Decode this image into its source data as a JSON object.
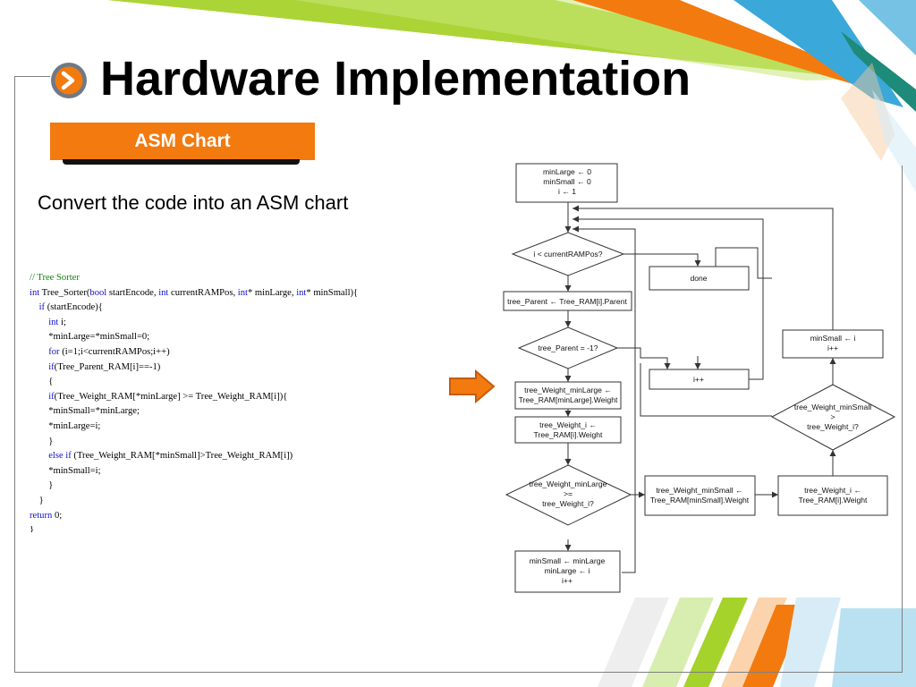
{
  "slide": {
    "title": "Hardware Implementation",
    "section_label": "ASM Chart",
    "subtitle": "Convert the code into an ASM chart"
  },
  "code": {
    "lines": [
      {
        "indent": 0,
        "tokens": [
          [
            "cm",
            "// Tree Sorter"
          ]
        ]
      },
      {
        "indent": 0,
        "tokens": [
          [
            "kw",
            "int"
          ],
          [
            "",
            " Tree_Sorter("
          ],
          [
            "kw",
            "bool"
          ],
          [
            "",
            " startEncode, "
          ],
          [
            "kw",
            "int"
          ],
          [
            "",
            " currentRAMPos, "
          ],
          [
            "kw",
            "int"
          ],
          [
            "",
            "* minLarge, "
          ],
          [
            "kw",
            "int"
          ],
          [
            "",
            "* minSmall){"
          ]
        ]
      },
      {
        "indent": 1,
        "tokens": [
          [
            "kw",
            "if"
          ],
          [
            "",
            " (startEncode){"
          ]
        ]
      },
      {
        "indent": 2,
        "tokens": [
          [
            "kw",
            "int"
          ],
          [
            "",
            " i;"
          ]
        ]
      },
      {
        "indent": 2,
        "tokens": [
          [
            "",
            "*minLarge=*minSmall=0;"
          ]
        ]
      },
      {
        "indent": 2,
        "tokens": [
          [
            "kw",
            "for"
          ],
          [
            "",
            " (i=1;i<currentRAMPos;i++)"
          ]
        ]
      },
      {
        "indent": 2,
        "tokens": [
          [
            "kw",
            "if"
          ],
          [
            "",
            "(Tree_Parent_RAM[i]==-1)"
          ]
        ]
      },
      {
        "indent": 2,
        "tokens": [
          [
            "",
            "{"
          ]
        ]
      },
      {
        "indent": 2,
        "tokens": [
          [
            "kw",
            "if"
          ],
          [
            "",
            "(Tree_Weight_RAM[*minLarge] >= Tree_Weight_RAM[i]){"
          ]
        ]
      },
      {
        "indent": 2,
        "tokens": [
          [
            "",
            "*minSmall=*minLarge;"
          ]
        ]
      },
      {
        "indent": 2,
        "tokens": [
          [
            "",
            "*minLarge=i;"
          ]
        ]
      },
      {
        "indent": 2,
        "tokens": [
          [
            "",
            "}"
          ]
        ]
      },
      {
        "indent": 2,
        "tokens": [
          [
            "kw",
            "else if"
          ],
          [
            "",
            " (Tree_Weight_RAM[*minSmall]>Tree_Weight_RAM[i])"
          ]
        ]
      },
      {
        "indent": 2,
        "tokens": [
          [
            "",
            "*minSmall=i;"
          ]
        ]
      },
      {
        "indent": 2,
        "tokens": [
          [
            "",
            "}"
          ]
        ]
      },
      {
        "indent": 1,
        "tokens": [
          [
            "",
            "}"
          ]
        ]
      },
      {
        "indent": 0,
        "tokens": [
          [
            "kw",
            "return"
          ],
          [
            "",
            " 0;"
          ]
        ]
      },
      {
        "indent": 0,
        "tokens": [
          [
            "",
            "}"
          ]
        ]
      }
    ]
  },
  "asm": {
    "init": [
      "minLarge ← 0",
      "minSmall ← 0",
      "i ← 1"
    ],
    "cond_loop": "i < currentRAMPos?",
    "state_done": "done",
    "state_tree_parent": "tree_Parent ← Tree_RAM[i].Parent",
    "cond_parent": "tree_Parent = -1?",
    "state_inc_i": "i++",
    "state_weight_minlarge": [
      "tree_Weight_minLarge ←",
      "Tree_RAM[minLarge].Weight"
    ],
    "state_weight_i_left": [
      "tree_Weight_i ←",
      "Tree_RAM[i].Weight"
    ],
    "cond_ge": [
      "tree_Weight_minLarge",
      ">=",
      "tree_Weight_i?"
    ],
    "state_update_both": [
      "minSmall ← minLarge",
      "minLarge ← i",
      "i++"
    ],
    "state_weight_minsmall": [
      "tree_Weight_minSmall ←",
      "Tree_RAM[minSmall].Weight"
    ],
    "state_weight_i_right": [
      "tree_Weight_i ←",
      "Tree_RAM[i].Weight"
    ],
    "cond_gt": [
      "tree_Weight_minSmall",
      ">",
      "tree_Weight_i?"
    ],
    "state_minsmall_i": [
      "minSmall ← i",
      "i++"
    ]
  },
  "colors": {
    "accent_orange": "#f27a0f",
    "accent_green": "#a6d22c",
    "accent_blue": "#3aa8d8",
    "accent_teal": "#1e8a7a"
  },
  "icons": {
    "title_bullet": "orange-circle-arrow-icon",
    "pointer": "orange-right-arrow-icon"
  }
}
